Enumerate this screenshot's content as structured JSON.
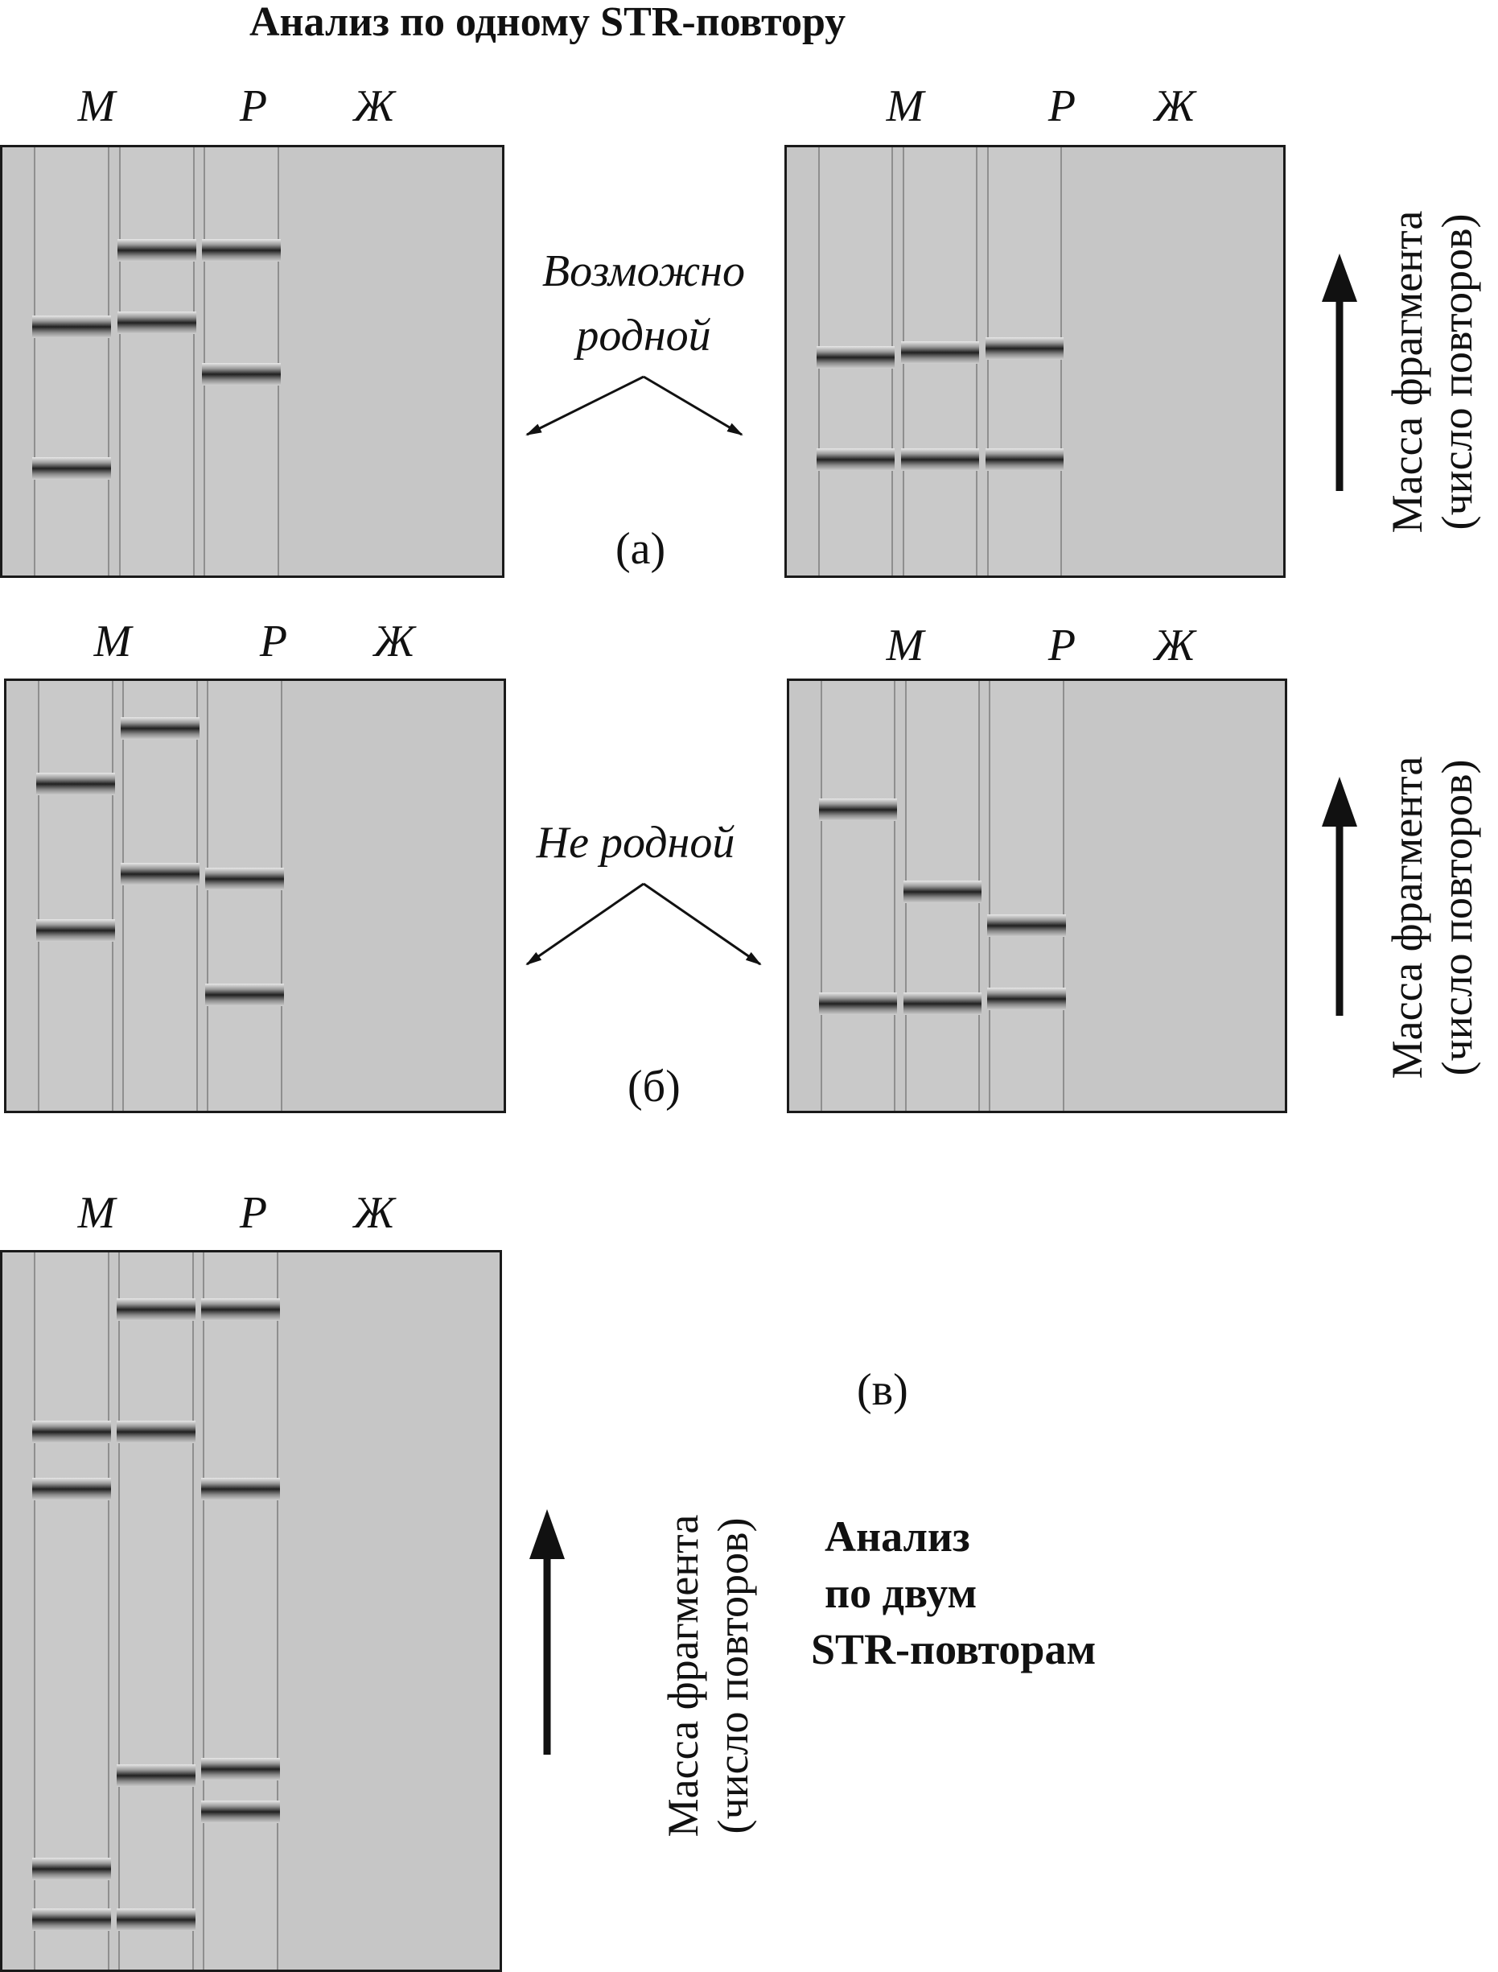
{
  "title": "Анализ по одному STR-повтору",
  "lane_labels": [
    "М",
    "Р",
    "Ж"
  ],
  "gels": [
    {
      "id": "a-left",
      "lanes": [
        [
          0.42,
          0.75
        ],
        [
          0.24,
          0.41
        ],
        [
          0.24,
          0.53
        ]
      ]
    },
    {
      "id": "a-right",
      "lanes": [
        [
          0.49,
          0.73
        ],
        [
          0.48,
          0.73
        ],
        [
          0.47,
          0.73
        ]
      ]
    },
    {
      "id": "b-left",
      "lanes": [
        [
          0.24,
          0.58
        ],
        [
          0.11,
          0.45
        ],
        [
          0.46,
          0.73
        ]
      ]
    },
    {
      "id": "b-right",
      "lanes": [
        [
          0.3,
          0.75
        ],
        [
          0.49,
          0.75
        ],
        [
          0.57,
          0.74
        ]
      ]
    },
    {
      "id": "c",
      "lanes": [
        [
          0.25,
          0.33,
          0.86,
          0.93
        ],
        [
          0.08,
          0.25,
          0.73,
          0.93
        ],
        [
          0.08,
          0.33,
          0.72,
          0.78
        ]
      ]
    }
  ],
  "labels": {
    "possibly": "Возможно",
    "related": "родной",
    "not_related": "Не  родной",
    "panel_a": "(а)",
    "panel_b": "(б)",
    "panel_c": "(в)"
  },
  "axis": {
    "line1": "Масса фрагмента",
    "line2": "(число повторов)"
  },
  "two_str": {
    "line1": "Анализ",
    "line2": "по двум",
    "line3": "STR-повторам"
  }
}
